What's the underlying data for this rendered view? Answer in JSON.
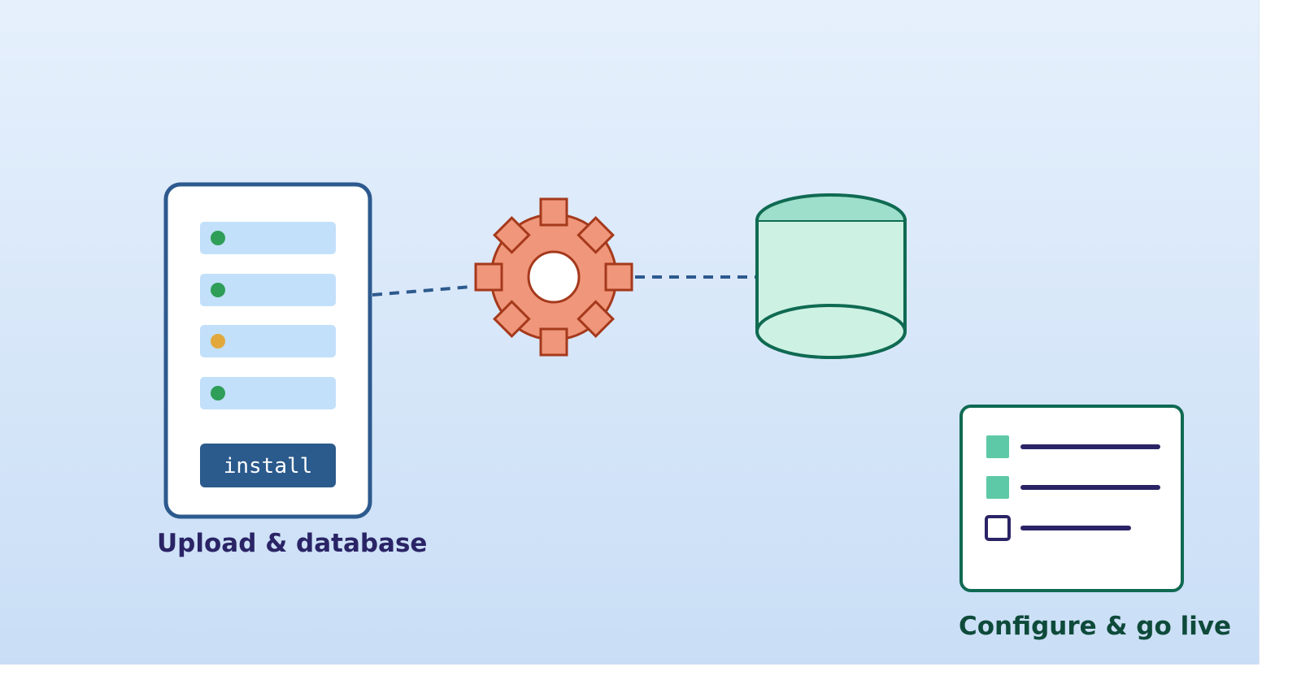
{
  "steps": {
    "upload": {
      "label": "Upload & database",
      "button_label": "install",
      "status_dots": [
        {
          "status": "ok",
          "color": "#2e9e58"
        },
        {
          "status": "ok",
          "color": "#2e9e58"
        },
        {
          "status": "pending",
          "color": "#e3a83c"
        },
        {
          "status": "ok",
          "color": "#2e9e58"
        }
      ]
    },
    "configure": {
      "label": "Configure & go live",
      "checklist": [
        {
          "checked": true
        },
        {
          "checked": true
        },
        {
          "checked": false
        }
      ]
    }
  },
  "icons": [
    "gear-icon",
    "database-icon",
    "checklist-icon"
  ],
  "colors": {
    "panel_border": "#2d5a8e",
    "button_fill": "#2b5a8c",
    "row_fill": "#c2e0fa",
    "gear_fill": "#f0967a",
    "gear_stroke": "#a5391c",
    "db_fill": "#cdf1e3",
    "db_top": "#9ddfca",
    "db_stroke": "#0f6a52",
    "check_fill": "#5ec9a6",
    "line_color": "#2a2466",
    "connector": "#2d5a8e"
  }
}
